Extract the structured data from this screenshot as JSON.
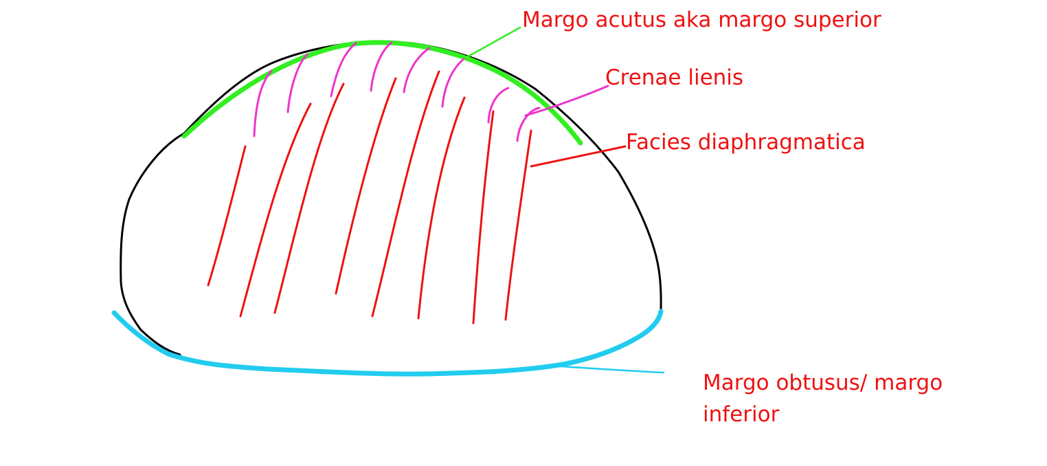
{
  "colors": {
    "outline": "#000000",
    "superior_margin": "#33ee22",
    "crenae": "#ee33cc",
    "facies_lines": "#ee1111",
    "inferior_margin": "#22ccee",
    "label_text": "#ee1111"
  },
  "labels": {
    "margo_superior": "Margo acutus aka margo superior",
    "crenae": "Crenae lienis",
    "facies": "Facies diaphragmatica",
    "margo_inferior": "Margo obtusus/ margo inferior"
  }
}
